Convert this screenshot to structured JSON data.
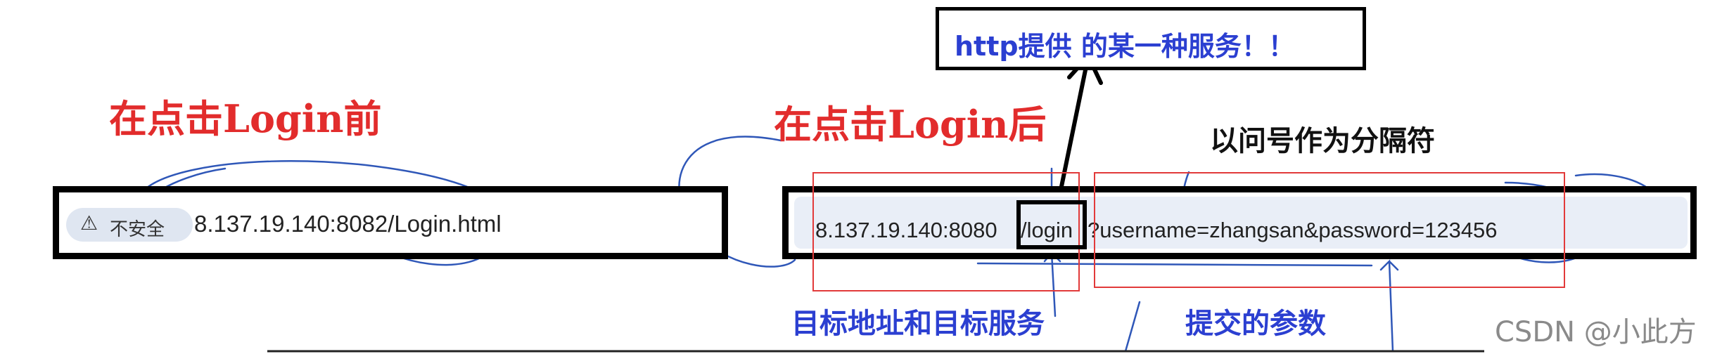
{
  "before": {
    "title": "在点击Login前",
    "warning_icon": "warning-triangle-icon",
    "security_label": "不安全",
    "url": "8.137.19.140:8082/Login.html"
  },
  "after": {
    "title": "在点击Login后",
    "url_host": "8.137.19.140:8080",
    "url_path": "/login",
    "url_query": "?username=zhangsan&password=123456",
    "separator_note": "以问号作为分隔符",
    "callout": "http提供 的某一种服务！！",
    "label_target": "目标地址和目标服务",
    "label_params": "提交的参数"
  },
  "watermark": "CSDN @小此方",
  "colors": {
    "title_red": "#e22c2c",
    "label_blue": "#2b3fd1",
    "box_red": "#e23a3a"
  }
}
